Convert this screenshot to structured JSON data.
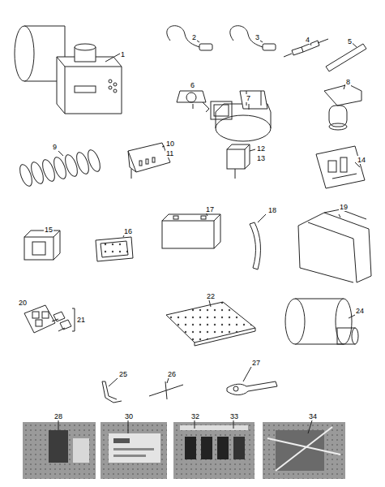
{
  "diagram": {
    "labels": [
      "1",
      "2",
      "3",
      "4",
      "5",
      "6",
      "7",
      "8",
      "9",
      "10",
      "11",
      "12",
      "13",
      "14",
      "15",
      "16",
      "17",
      "18",
      "19",
      "20",
      "21",
      "22",
      "24",
      "25",
      "26",
      "27",
      "28",
      "30",
      "32",
      "33",
      "34"
    ]
  }
}
